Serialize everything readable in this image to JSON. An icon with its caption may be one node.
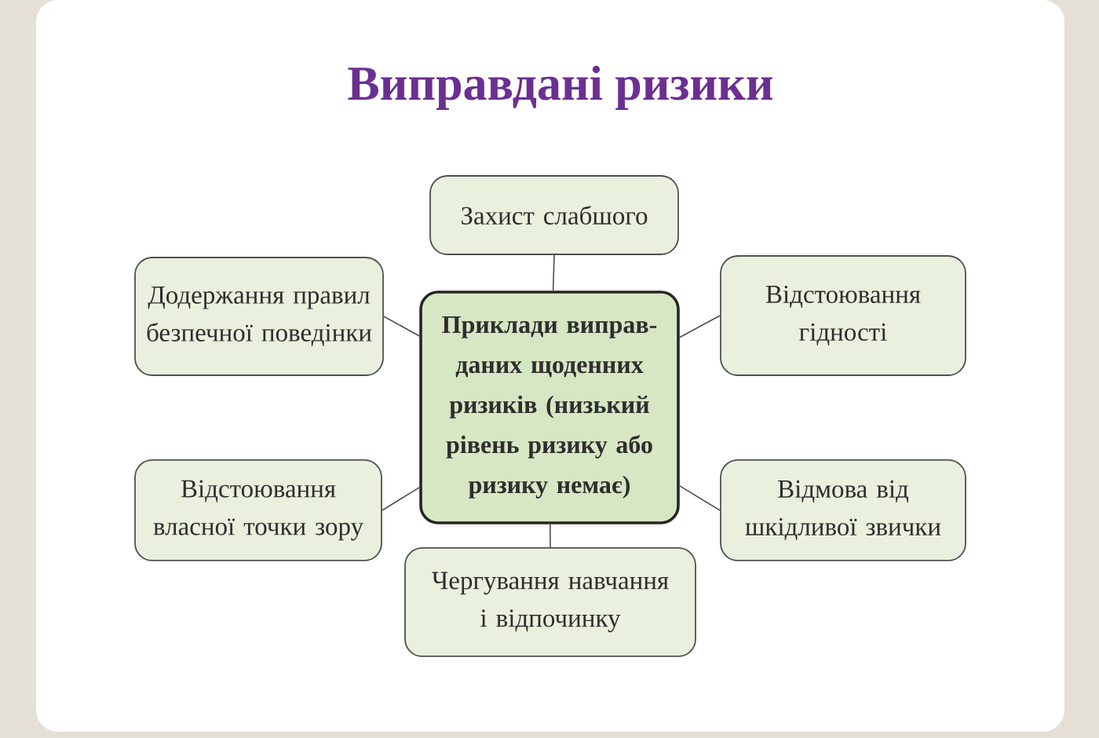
{
  "diagram": {
    "title": "Виправдані ризики",
    "nodes": [
      {
        "text": [
          "Захист слабшого"
        ]
      },
      {
        "text": [
          "Додержання правил безпечної поведінки"
        ]
      },
      {
        "text": [
          "Відстоювання гідності"
        ]
      },
      {
        "text": [
          "Приклади виправ-даних щоденних ризиків (низький рівень ризику або ризику немає)"
        ]
      },
      {
        "text": [
          "Відстоювання власної точки зору"
        ]
      },
      {
        "text": [
          "Відмова від шкідливої звички"
        ]
      },
      {
        "text": [
          "Чергування навчання і відпочинку"
        ]
      }
    ],
    "edges": [
      {
        "from": 3,
        "to": 0,
        "arrow": "none"
      },
      {
        "from": 3,
        "to": 1,
        "arrow": "none"
      },
      {
        "from": 3,
        "to": 2,
        "arrow": "none"
      },
      {
        "from": 3,
        "to": 4,
        "arrow": "none"
      },
      {
        "from": 3,
        "to": 5,
        "arrow": "none"
      },
      {
        "from": 3,
        "to": 6,
        "arrow": "none"
      }
    ]
  }
}
